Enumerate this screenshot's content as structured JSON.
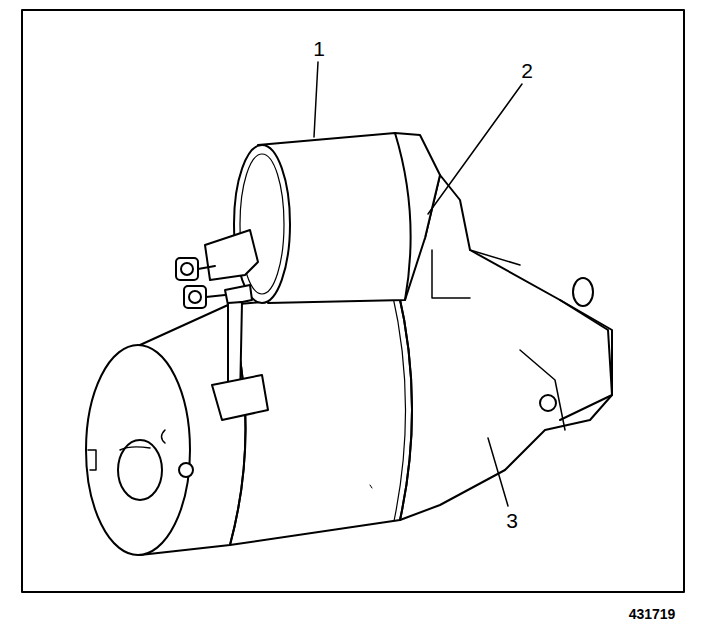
{
  "diagram": {
    "labels": [
      "1",
      "2",
      "3",
      "431719"
    ]
  }
}
